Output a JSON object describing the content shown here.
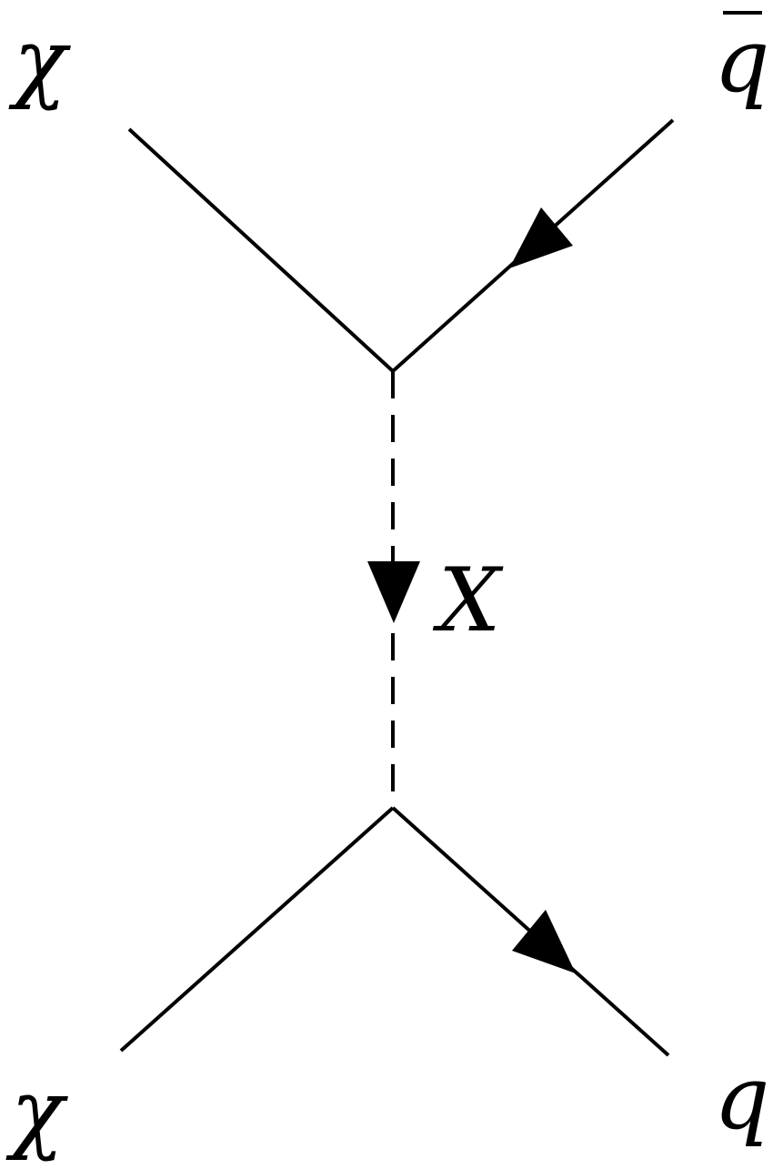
{
  "labels": {
    "chi_top": "χ",
    "antiquark": "q",
    "antiquark_bar": "‾",
    "mediator": "X",
    "chi_bottom": "χ",
    "quark": "q"
  },
  "colors": {
    "line": "#000000",
    "background": "#ffffff"
  }
}
